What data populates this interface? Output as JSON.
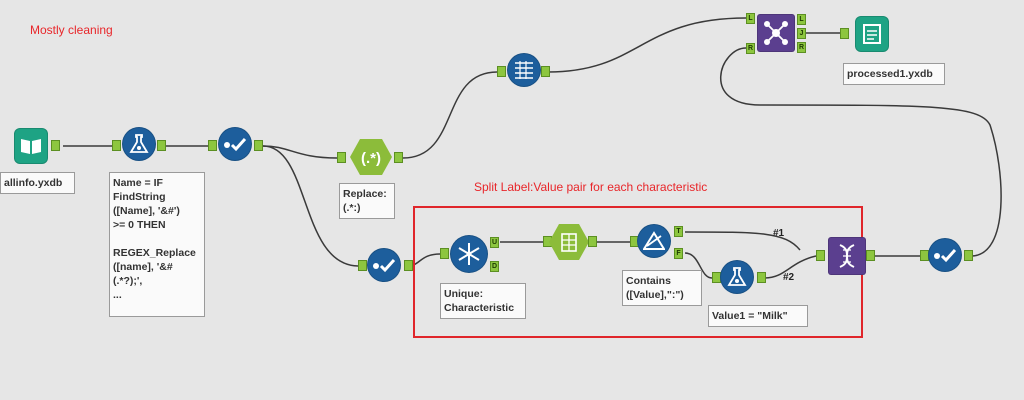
{
  "comments": {
    "top_left": "Mostly cleaning",
    "container": "Split Label:Value pair for each characteristic"
  },
  "annotations": {
    "input": "allinfo.yxdb",
    "formula1": "Name = IF\nFindString\n([Name], '&#')\n>= 0 THEN\n\nREGEX_Replace\n([name], '&#\n(.*?);',\n...",
    "regex": "Replace:\n(.*:)",
    "unique": "Unique:\nCharacteristic",
    "filter": "Contains\n([Value],\":\")",
    "formula2": "Value1 = \"Milk\"",
    "output": "processed1.yxdb"
  },
  "ports": {
    "unique_u": "U",
    "unique_d": "D",
    "filter_t": "T",
    "filter_f": "F",
    "join_l_in": "L",
    "join_r_in": "R",
    "join_l_out": "L",
    "join_j_out": "J",
    "join_r_out": "R"
  },
  "wire_labels": {
    "w1": "#1",
    "w2": "#2"
  },
  "colors": {
    "input_teal": "#1ea384",
    "prep_blue": "#1d5e9c",
    "parse_green": "#8cbc3a",
    "join_purple": "#5b3f8f",
    "container_red": "#e0262b"
  }
}
